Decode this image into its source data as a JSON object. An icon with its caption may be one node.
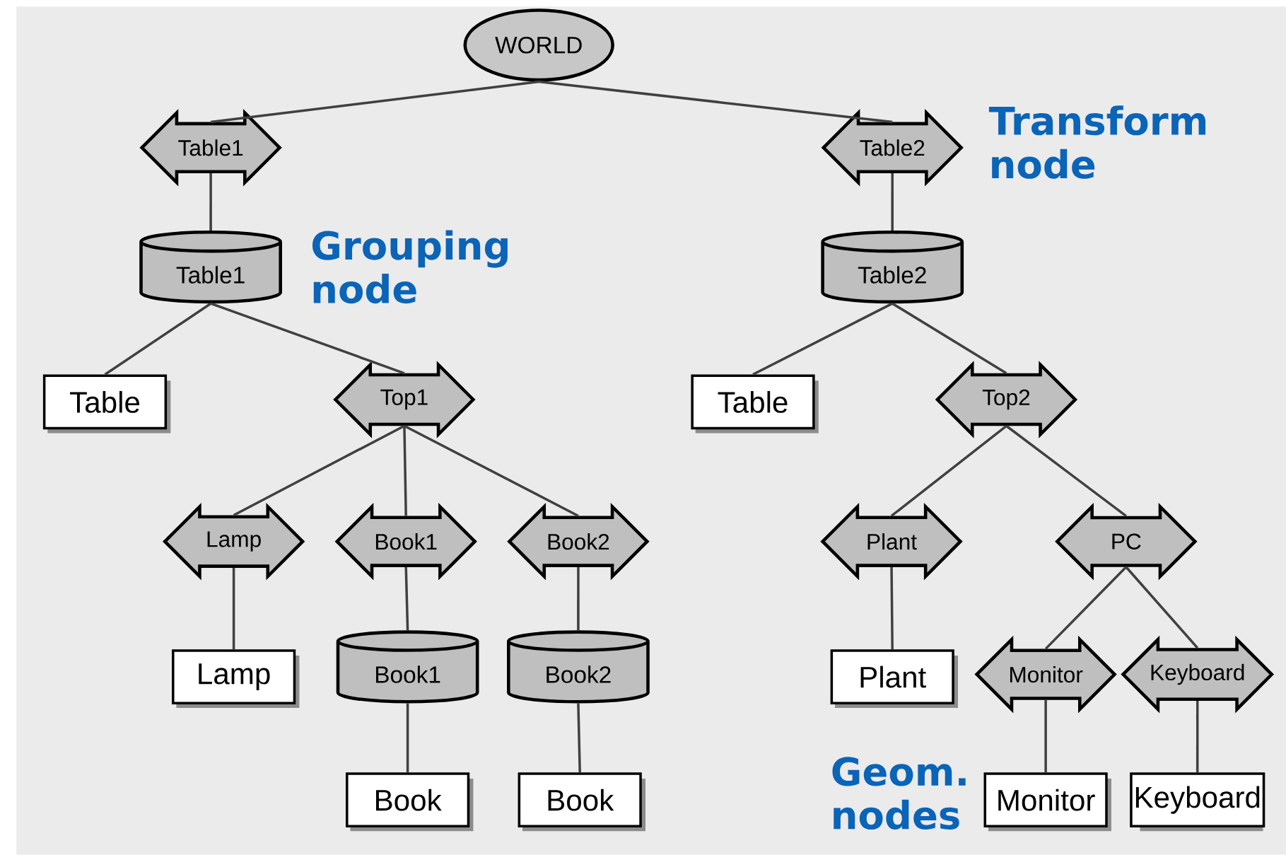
{
  "diagram": {
    "nodes": [
      {
        "text": [
          "WORLD"
        ]
      },
      {
        "text": [
          "Table1"
        ]
      },
      {
        "text": [
          "Table2"
        ]
      },
      {
        "text": [
          "Table1"
        ]
      },
      {
        "text": [
          "Table2"
        ]
      },
      {
        "text": [
          "Table"
        ]
      },
      {
        "text": [
          "Top1"
        ]
      },
      {
        "text": [
          "Table"
        ]
      },
      {
        "text": [
          "Top2"
        ]
      },
      {
        "text": [
          "Lamp"
        ]
      },
      {
        "text": [
          "Book1"
        ]
      },
      {
        "text": [
          "Book2"
        ]
      },
      {
        "text": [
          "Plant"
        ]
      },
      {
        "text": [
          "PC"
        ]
      },
      {
        "text": [
          "Lamp"
        ]
      },
      {
        "text": [
          "Book1"
        ]
      },
      {
        "text": [
          "Book2"
        ]
      },
      {
        "text": [
          "Plant"
        ]
      },
      {
        "text": [
          "Monitor"
        ]
      },
      {
        "text": [
          "Keyboard"
        ]
      },
      {
        "text": [
          "Book"
        ]
      },
      {
        "text": [
          "Book"
        ]
      },
      {
        "text": [
          "Monitor"
        ]
      },
      {
        "text": [
          "Keyboard"
        ]
      }
    ],
    "edges": [
      {
        "from": 0,
        "to": 1,
        "arrow": "none"
      },
      {
        "from": 0,
        "to": 2,
        "arrow": "none"
      },
      {
        "from": 1,
        "to": 3,
        "arrow": "none"
      },
      {
        "from": 2,
        "to": 4,
        "arrow": "none"
      },
      {
        "from": 3,
        "to": 5,
        "arrow": "none"
      },
      {
        "from": 3,
        "to": 6,
        "arrow": "none"
      },
      {
        "from": 4,
        "to": 7,
        "arrow": "none"
      },
      {
        "from": 4,
        "to": 8,
        "arrow": "none"
      },
      {
        "from": 6,
        "to": 9,
        "arrow": "none"
      },
      {
        "from": 6,
        "to": 10,
        "arrow": "none"
      },
      {
        "from": 6,
        "to": 11,
        "arrow": "none"
      },
      {
        "from": 8,
        "to": 12,
        "arrow": "none"
      },
      {
        "from": 8,
        "to": 13,
        "arrow": "none"
      },
      {
        "from": 9,
        "to": 14,
        "arrow": "none"
      },
      {
        "from": 10,
        "to": 15,
        "arrow": "none"
      },
      {
        "from": 11,
        "to": 16,
        "arrow": "none"
      },
      {
        "from": 12,
        "to": 17,
        "arrow": "none"
      },
      {
        "from": 13,
        "to": 18,
        "arrow": "none"
      },
      {
        "from": 13,
        "to": 19,
        "arrow": "none"
      },
      {
        "from": 15,
        "to": 20,
        "arrow": "none"
      },
      {
        "from": 16,
        "to": 21,
        "arrow": "none"
      },
      {
        "from": 18,
        "to": 22,
        "arrow": "none"
      },
      {
        "from": 19,
        "to": 23,
        "arrow": "none"
      }
    ],
    "labels": [
      "Transform node",
      "Grouping node",
      "Geom. nodes"
    ]
  }
}
